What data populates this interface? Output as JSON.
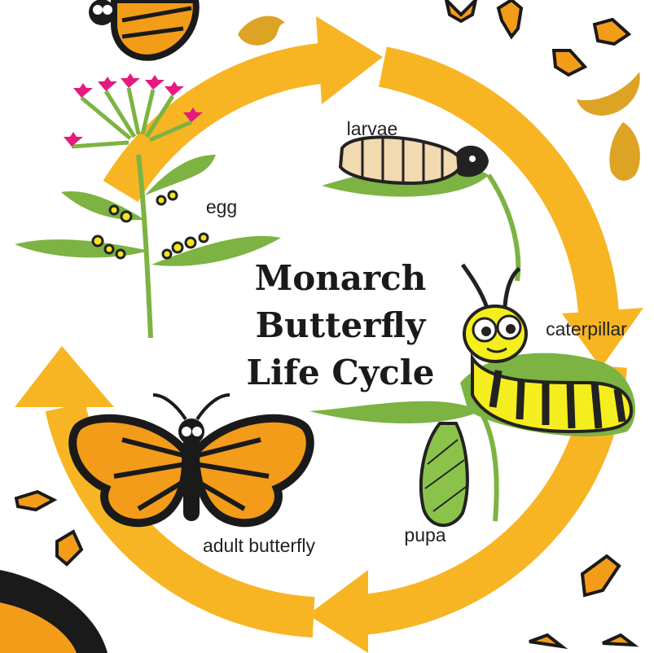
{
  "title": {
    "line1": "Monarch",
    "line2": "Butterfly",
    "line3": "Life Cycle"
  },
  "stages": {
    "egg": "egg",
    "larvae": "larvae",
    "caterpillar": "caterpillar",
    "pupa": "pupa",
    "adult": "adult butterfly"
  },
  "colors": {
    "cycle_arrow": "#f7b524",
    "monarch_orange": "#f39c1a",
    "leaf_green": "#7cb342",
    "caterpillar_yellow": "#f5ee1e",
    "flower_pink": "#e5197f",
    "egg_yellow": "#f4e423",
    "chrysalis_green": "#8bc34a",
    "larva_beige": "#f1d9b0",
    "autumn_leaf": "#dca325"
  },
  "icons": [
    "monarch-butterfly-icon",
    "milkweed-plant-icon",
    "larva-icon",
    "caterpillar-icon",
    "chrysalis-icon",
    "autumn-leaf-icon",
    "cycle-arrow-icon"
  ]
}
